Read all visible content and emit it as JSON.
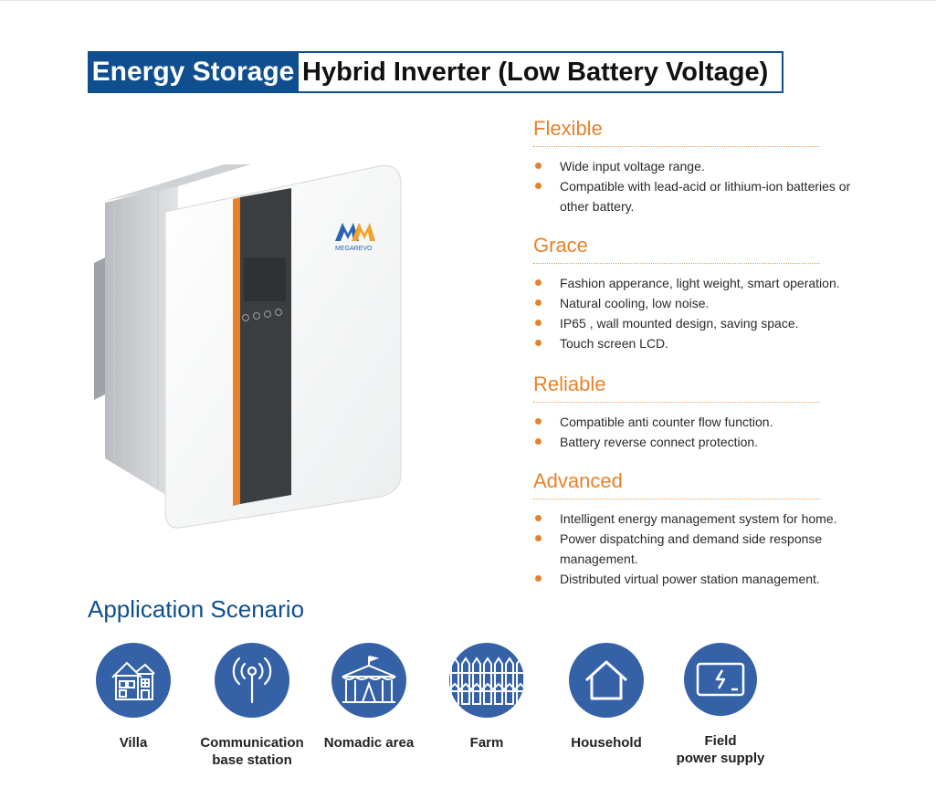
{
  "header": {
    "category": "Energy Storage",
    "product_title": "Hybrid Inverter (Low Battery Voltage)"
  },
  "product_image": {
    "brand_text": "MEGAREVO"
  },
  "features": [
    {
      "title": "Flexible",
      "items": [
        "Wide input voltage range.",
        "Compatible with lead-acid or lithium-ion batteries or other battery."
      ]
    },
    {
      "title": "Grace",
      "items": [
        "Fashion apperance, light weight, smart operation.",
        "Natural cooling, low noise.",
        "IP65 , wall mounted design, saving space.",
        "Touch screen LCD."
      ]
    },
    {
      "title": "Reliable",
      "items": [
        "Compatible anti counter flow function.",
        "Battery reverse connect protection."
      ]
    },
    {
      "title": "Advanced",
      "items": [
        "Intelligent energy management system for home.",
        "Power dispatching and demand side response management.",
        "Distributed virtual power station management."
      ]
    }
  ],
  "application": {
    "title": "Application Scenario",
    "scenarios": [
      {
        "label_line1": "Villa",
        "label_line2": "",
        "icon": "villa-icon"
      },
      {
        "label_line1": "Communication",
        "label_line2": "base station",
        "icon": "antenna-icon"
      },
      {
        "label_line1": "Nomadic area",
        "label_line2": "",
        "icon": "tent-icon"
      },
      {
        "label_line1": "Farm",
        "label_line2": "",
        "icon": "fence-icon"
      },
      {
        "label_line1": "Household",
        "label_line2": "",
        "icon": "house-icon"
      },
      {
        "label_line1": "Field",
        "label_line2": "power supply",
        "icon": "power-screen-icon"
      }
    ]
  },
  "colors": {
    "brand_blue": "#0f4f8f",
    "accent_orange": "#e7822b",
    "icon_circle": "#3561a7"
  }
}
